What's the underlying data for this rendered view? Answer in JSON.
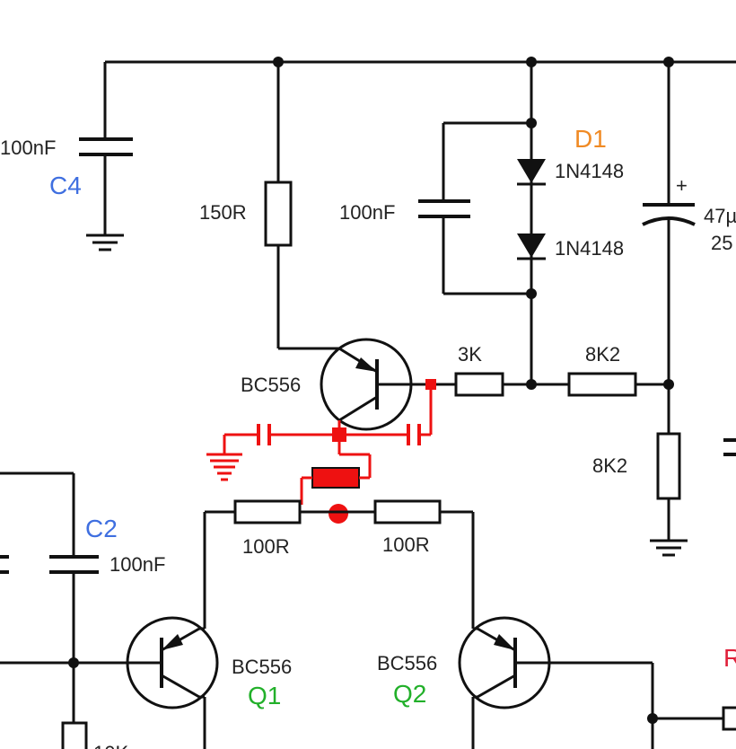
{
  "labels": {
    "c4_value": "100nF",
    "c4_ref": "C4",
    "r150": "150R",
    "cap_mid": "100nF",
    "d1_ref": "D1",
    "d1a": "1N4148",
    "d1b": "1N4148",
    "cap47_a": "47µ",
    "cap47_b": "25",
    "plus": "+",
    "r3k": "3K",
    "r8k2_h": "8K2",
    "r8k2_v": "8K2",
    "bc556_top": "BC556",
    "r100_left": "100R",
    "r100_right": "100R",
    "c2_ref": "C2",
    "c2_value": "100nF",
    "q1_type": "BC556",
    "q1_ref": "Q1",
    "q2_type": "BC556",
    "q2_ref": "Q2",
    "r_partial_ref": "R",
    "r_bottom_partial": "10K"
  },
  "colors": {
    "wire": "#111111",
    "red_mod": "#ee1111",
    "ref_blue": "#3f6fe0",
    "ref_orange": "#f08a24",
    "ref_green": "#22b02a",
    "ref_red": "#e0203a"
  }
}
